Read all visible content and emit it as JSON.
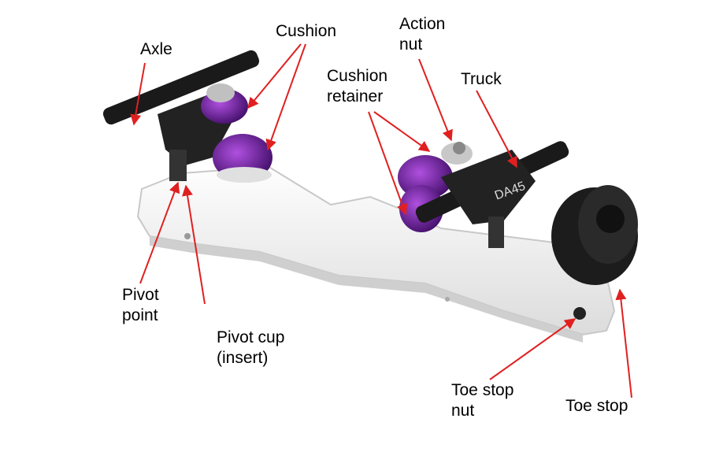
{
  "labels": {
    "axle": "Axle",
    "cushion": "Cushion",
    "action_nut": [
      "Action",
      "nut"
    ],
    "cushion_retainer": [
      "Cushion",
      "retainer"
    ],
    "truck": "Truck",
    "pivot_point": [
      "Pivot",
      "point"
    ],
    "pivot_cup": [
      "Pivot cup",
      "(insert)"
    ],
    "toe_stop_nut": [
      "Toe stop",
      "nut"
    ],
    "toe_stop": "Toe stop"
  },
  "truck_marking": "DA45",
  "colors": {
    "arrow": "#e02020",
    "cushion": "#6a1fa0",
    "truck": "#1a1a1a",
    "plate": "#f4f4f4"
  }
}
